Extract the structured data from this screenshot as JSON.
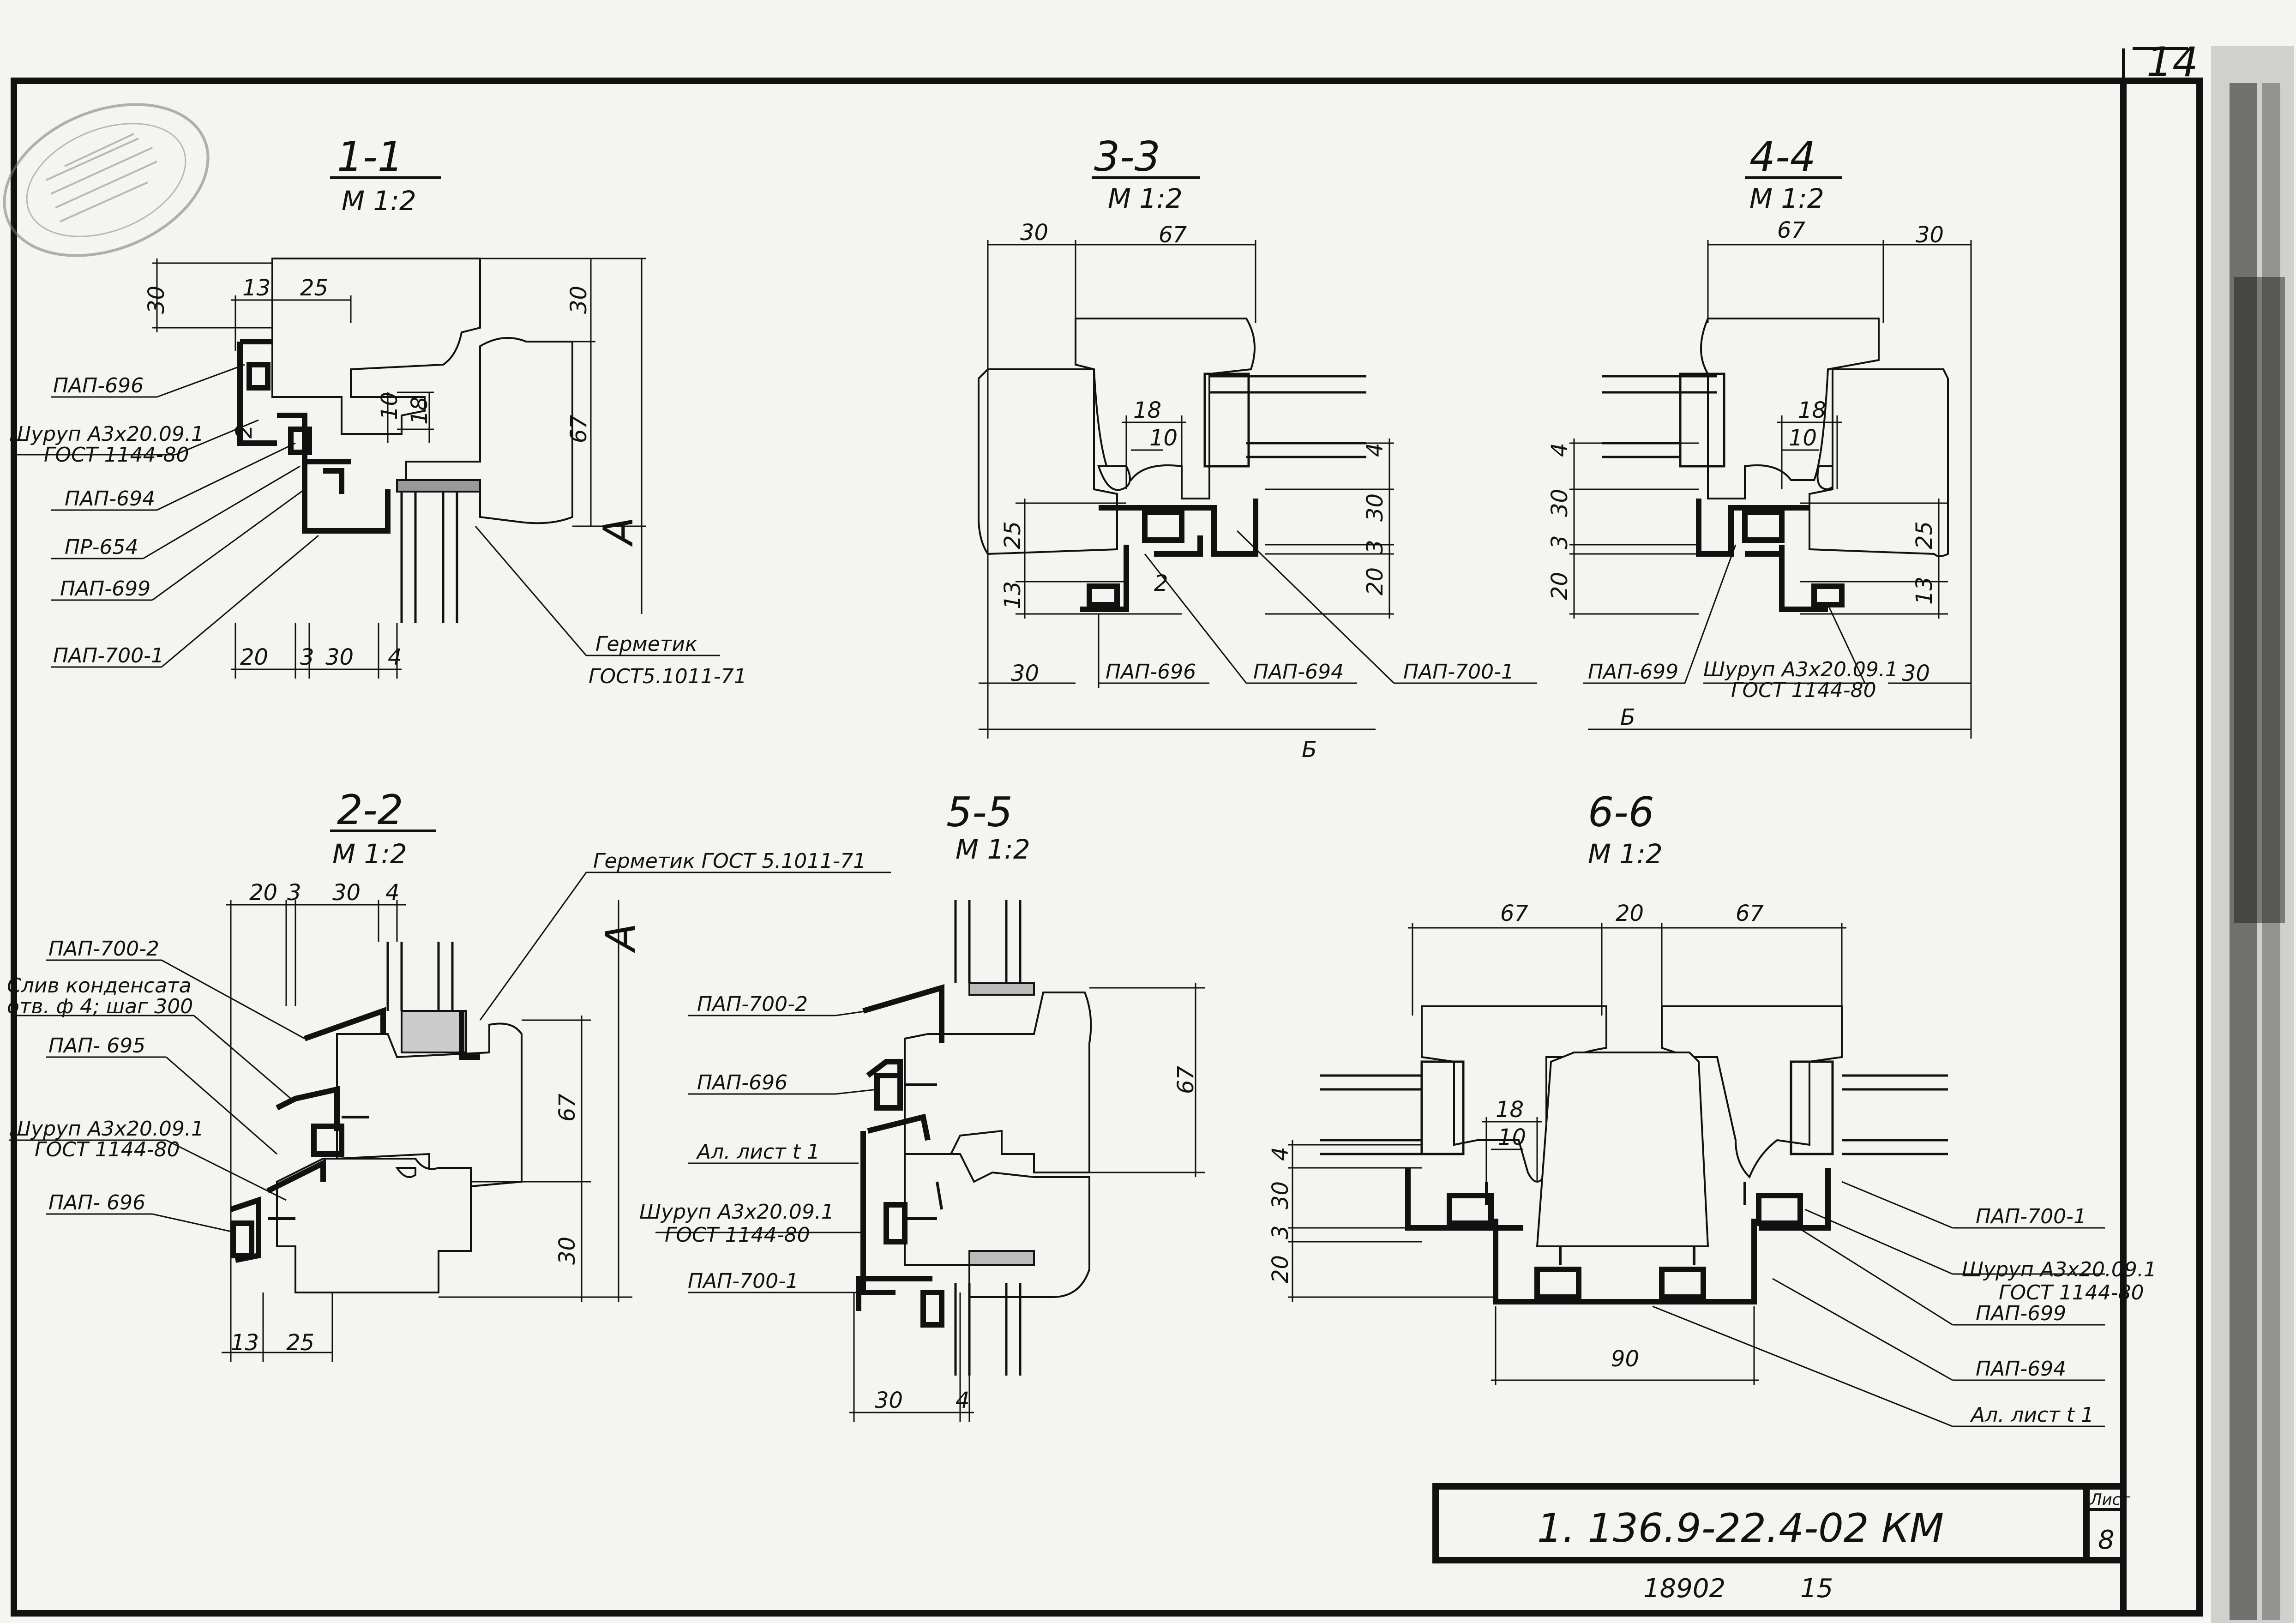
{
  "sheet_number_top": "14",
  "sections": {
    "s11": {
      "title": "1-1",
      "scale": "М 1:2",
      "dims": {
        "d30a": "30",
        "d13": "13",
        "d25": "25",
        "d30b": "30",
        "d67": "67",
        "dA": "А",
        "d10": "10",
        "d18": "18",
        "d2": "2",
        "d20": "20",
        "d3": "3",
        "d30c": "30",
        "d4": "4"
      },
      "labels": {
        "l1": "ПАП-696",
        "l2": "Шуруп А3х20.09.1",
        "l2b": "ГОСТ 1144-80",
        "l3": "ПАП-694",
        "l4": "ПР-654",
        "l5": "ПАП-699",
        "l6": "ПАП-700-1",
        "l7": "Герметик",
        "l7b": "ГОСТ5.1011-71"
      }
    },
    "s33": {
      "title": "3-3",
      "scale": "М 1:2",
      "dims": {
        "d30a": "30",
        "d67": "67",
        "d18": "18",
        "d10": "10",
        "d4": "4",
        "d30b": "30",
        "d3": "3",
        "d25": "25",
        "d13": "13",
        "d20": "20",
        "d2": "2",
        "d30c": "30",
        "dB": "Б"
      },
      "labels": {
        "l1": "ПАП-696",
        "l2": "ПАП-694",
        "l3": "ПАП-700-1"
      }
    },
    "s44": {
      "title": "4-4",
      "scale": "М 1:2",
      "dims": {
        "d67": "67",
        "d30a": "30",
        "d18": "18",
        "d10": "10",
        "d4": "4",
        "d30b": "30",
        "d3": "3",
        "d20": "20",
        "d25": "25",
        "d13": "13",
        "d30c": "30",
        "dB": "Б"
      },
      "labels": {
        "l1": "ПАП-699",
        "l2": "Шуруп А3х20.09.1",
        "l2b": "ГОСТ 1144-80"
      }
    },
    "s22": {
      "title": "2-2",
      "scale": "М 1:2",
      "dims": {
        "d20": "20",
        "d3": "3",
        "d30": "30",
        "d4": "4",
        "dA": "А",
        "d67": "67",
        "d30b": "30",
        "d13": "13",
        "d25": "25"
      },
      "labels": {
        "l0": "Герметик ГОСТ 5.1011-71",
        "l1": "ПАП-700-2",
        "l2": "Слив конденсата",
        "l2b": "отв. ф 4; шаг 300",
        "l3": "ПАП- 695",
        "l4": "Шуруп А3х20.09.1",
        "l4b": "ГОСТ 1144-80",
        "l5": "ПАП- 696"
      }
    },
    "s55": {
      "title": "5-5",
      "scale": "М 1:2",
      "dims": {
        "d67": "67",
        "d30": "30",
        "d4": "4"
      },
      "labels": {
        "l1": "ПАП-700-2",
        "l2": "ПАП-696",
        "l3": "Ал. лист t 1",
        "l4": "Шуруп А3х20.09.1",
        "l4b": "ГОСТ 1144-80",
        "l5": "ПАП-700-1"
      }
    },
    "s66": {
      "title": "6-6",
      "scale": "М 1:2",
      "dims": {
        "d67a": "67",
        "d20": "20",
        "d67b": "67",
        "d18": "18",
        "d10": "10",
        "d4": "4",
        "d30": "30",
        "d3": "3",
        "d20b": "20",
        "d90": "90"
      },
      "labels": {
        "l1": "ПАП-700-1",
        "l2": "Шуруп А3х20.09.1",
        "l2b": "ГОСТ 1144-80",
        "l3": "ПАП-699",
        "l4": "ПАП-694",
        "l5": "Ал. лист t 1"
      }
    }
  },
  "title_block": {
    "code": "1. 136.9-22.4-02 КМ",
    "sheet_label": "Лист",
    "sheet_number": "8"
  },
  "footer": {
    "number": "18902",
    "page": "15"
  },
  "stamp_color": "#8a8a8a",
  "ink_color": "#111111"
}
